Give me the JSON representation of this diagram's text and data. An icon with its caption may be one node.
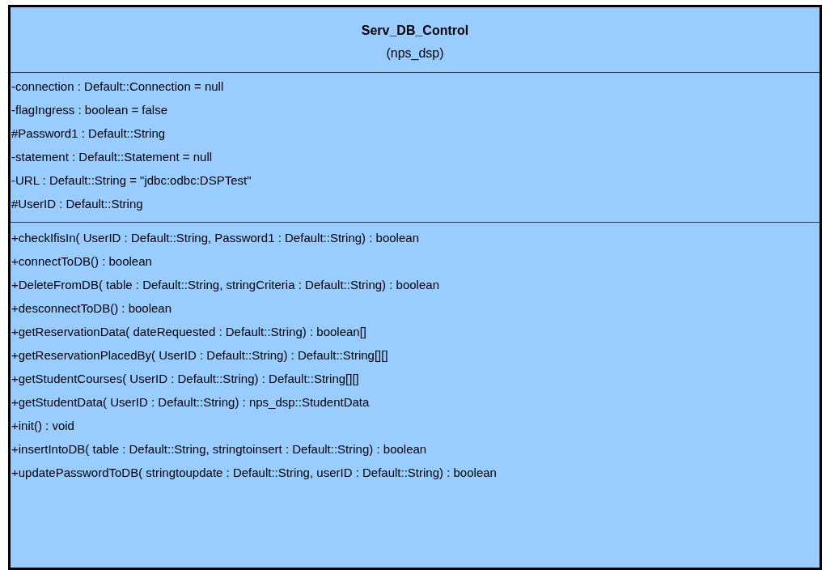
{
  "diagram": {
    "nodes": [
      {
        "text": [
          "Serv_DB_Control",
          "(nps_dsp)"
        ]
      },
      {
        "text": [
          "-connection : Default::Connection = null",
          "-flagIngress : boolean = false",
          "#Password1 : Default::String",
          "-statement : Default::Statement = null",
          "-URL : Default::String = \"jdbc:odbc:DSPTest\"",
          "#UserID : Default::String"
        ],
        "in": 0
      },
      {
        "text": [
          "+checkIfisIn( UserID : Default::String, Password1 : Default::String) : boolean",
          "+connectToDB() : boolean",
          "+DeleteFromDB( table : Default::String, stringCriteria : Default::String) : boolean",
          "+desconnectToDB() : boolean",
          "+getReservationData( dateRequested : Default::String) : boolean[]",
          "+getReservationPlacedBy( UserID : Default::String) : Default::String[][]",
          "+getStudentCourses( UserID : Default::String) : Default::String[][]",
          "+getStudentData( UserID : Default::String) : nps_dsp::StudentData",
          "+init() : void",
          "+insertIntoDB( table : Default::String, stringtoinsert : Default::String) : boolean",
          "+updatePasswordToDB( stringtoupdate : Default::String, userID : Default::String) : boolean"
        ],
        "in": 0
      }
    ]
  }
}
